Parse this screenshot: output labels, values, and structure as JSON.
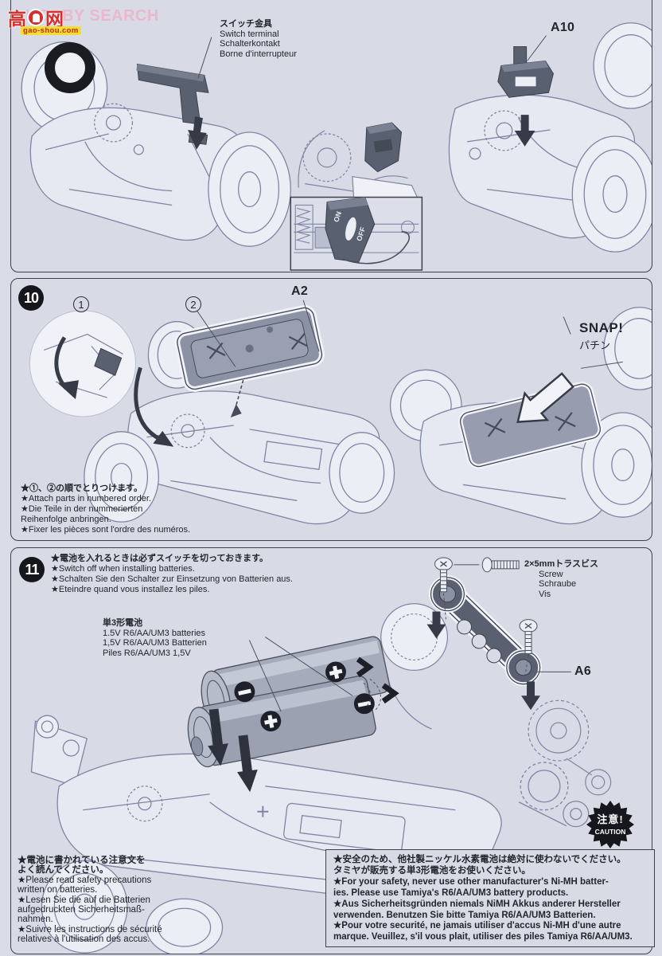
{
  "page": {
    "background": "#d9dbe7",
    "panel_border": "#3e414c",
    "ink": "#23252c"
  },
  "watermark": {
    "brand_cn_left": "高",
    "brand_cn_right": "网",
    "brand_en": "HOBBY SEARCH",
    "url": "gao-shou.com"
  },
  "step9": {
    "switch_terminal_label": {
      "ja": "スイッチ金具",
      "en": "Switch terminal",
      "de": "Schalterkontakt",
      "fr": "Borne d'interrupteur"
    },
    "part_code": "A10",
    "switch_on": "ON",
    "switch_off": "OFF"
  },
  "step10": {
    "number": "10",
    "order_first": "1",
    "order_second": "2",
    "part_code": "A2",
    "snap_en": "SNAP!",
    "snap_ja": "パチン",
    "notes": [
      "★①、②の順でとりつけます。",
      "★Attach parts in numbered order.",
      "★Die Teile in der nummerierten",
      "Reihenfolge anbringen.",
      "★Fixer les pièces sont l'ordre des numéros."
    ]
  },
  "step11": {
    "number": "11",
    "notes": [
      "★電池を入れるときは必ずスイッチを切っておきます。",
      "★Switch off when installing batteries.",
      "★Schalten Sie den Schalter zur Einsetzung von Batterien aus.",
      "★Eteindre quand vous installez les piles."
    ],
    "battery_label": [
      "単3形電池",
      "1.5V R6/AA/UM3 batteries",
      "1,5V R6/AA/UM3 Batterien",
      "Piles R6/AA/UM3 1,5V"
    ],
    "screw_label": [
      "2×5mmトラスビス",
      "Screw",
      "Schraube",
      "Vis"
    ],
    "part_code": "A6",
    "caution_ja": "注意!",
    "caution_en": "CAUTION",
    "battery_precautions": [
      "★電池に書かれている注意文を",
      "よく読んでください。",
      "★Please read safety precautions",
      "written on batteries.",
      "★Lesen Sie die auf die Batterien",
      "aufgedruckten Sicherheitsmaß-",
      "nahmen.",
      "★Suivre les instructions de sécurité",
      "relatives à l'utilisation des accus."
    ],
    "warning_box": [
      "★安全のため、他社製ニッケル水素電池は絶対に使わないでください。",
      "タミヤが販売する単3形電池をお使いください。",
      "★For your safety, never use other manufacturer's Ni-MH batter-",
      "ies. Please use Tamiya's R6/AA/UM3 battery products.",
      "★Aus Sicherheitsgründen niemals NiMH Akkus anderer Hersteller",
      "verwenden. Benutzen Sie bitte Tamiya R6/AA/UM3 Batterien.",
      "★Pour votre securité, ne jamais utiliser d'accus Ni-MH d'une autre",
      "marque. Veuillez, s'il vous plait, utiliser des piles Tamiya R6/AA/UM3."
    ]
  }
}
